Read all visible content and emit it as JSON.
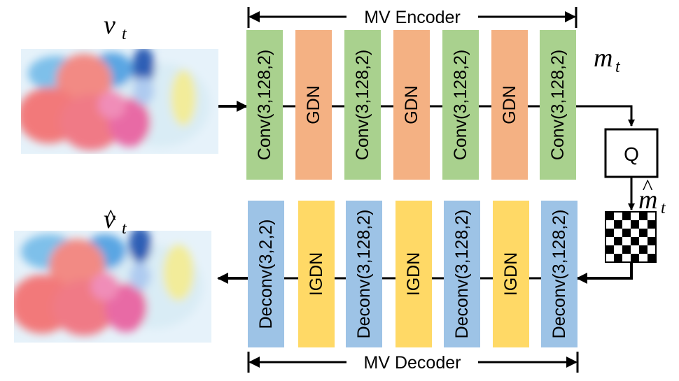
{
  "input_label_base": "v",
  "input_label_sub": "t",
  "output_label_base": "v",
  "output_label_hat": "^",
  "output_label_sub": "t",
  "latent_label_base": "m",
  "latent_label_sub": "t",
  "quant_latent_label_base": "m",
  "quant_latent_label_hat": "^",
  "quant_latent_label_sub": "t",
  "encoder_title": "MV Encoder",
  "decoder_title": "MV Decoder",
  "quantizer_label": "Q",
  "encoder_blocks": [
    {
      "label": "Conv(3,128,2)",
      "kind": "conv"
    },
    {
      "label": "GDN",
      "kind": "gdn"
    },
    {
      "label": "Conv(3,128,2)",
      "kind": "conv"
    },
    {
      "label": "GDN",
      "kind": "gdn"
    },
    {
      "label": "Conv(3,128,2)",
      "kind": "conv"
    },
    {
      "label": "GDN",
      "kind": "gdn"
    },
    {
      "label": "Conv(3,128,2)",
      "kind": "conv"
    }
  ],
  "decoder_blocks": [
    {
      "label": "Deconv(3,2,2)",
      "kind": "deconv"
    },
    {
      "label": "IGDN",
      "kind": "igdn"
    },
    {
      "label": "Deconv(3,128,2)",
      "kind": "deconv"
    },
    {
      "label": "IGDN",
      "kind": "igdn"
    },
    {
      "label": "Deconv(3,128,2)",
      "kind": "deconv"
    },
    {
      "label": "IGDN",
      "kind": "igdn"
    },
    {
      "label": "Deconv(3,128,2)",
      "kind": "deconv"
    }
  ],
  "colors": {
    "conv": "#a9d18e",
    "gdn": "#f4b183",
    "deconv": "#9dc3e6",
    "igdn": "#ffd966"
  }
}
